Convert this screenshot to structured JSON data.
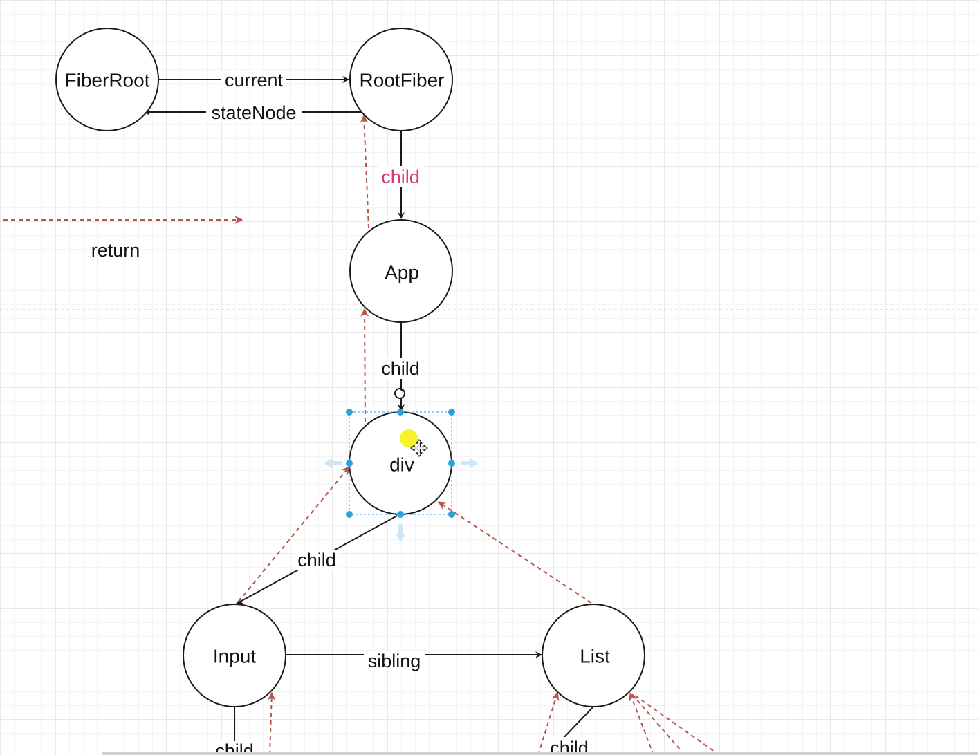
{
  "nodes": {
    "fiberroot": "FiberRoot",
    "rootfiber": "RootFiber",
    "app": "App",
    "div": "div",
    "input": "Input",
    "list": "List"
  },
  "edges": {
    "current": "current",
    "statenode": "stateNode",
    "rootfiber_child": "child",
    "app_child": "child",
    "div_child": "child",
    "sibling": "sibling",
    "input_child": "child",
    "list_child": "child"
  },
  "legend": {
    "return_label": "return"
  },
  "colors": {
    "node_stroke": "#1a1a1a",
    "return_edge": "#b85450",
    "accent_label": "#d6367a",
    "selection": "#29a3e0"
  },
  "selection": {
    "selected_node": "div"
  }
}
